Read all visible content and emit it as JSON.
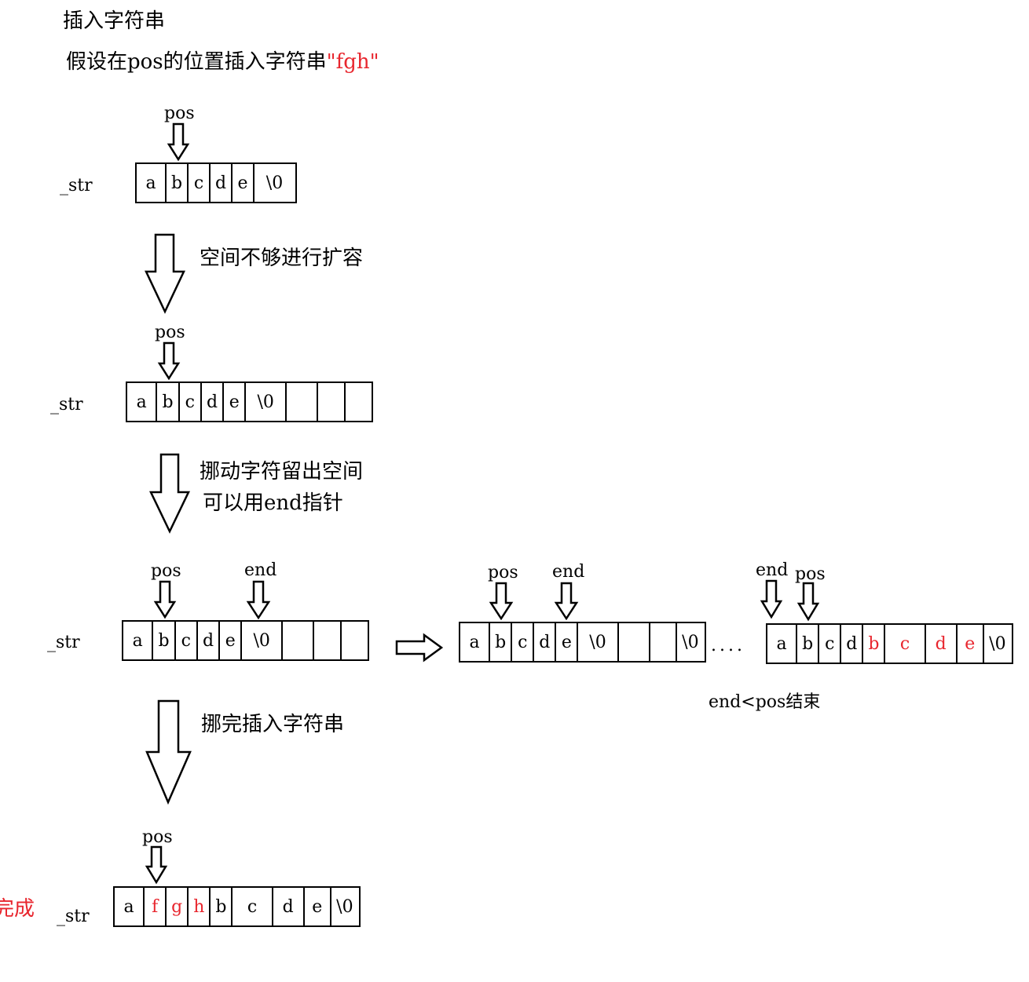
{
  "title": "插入字符串",
  "subtitle_prefix": "假设在pos的位置插入字符串",
  "subtitle_highlight": "\"fgh\"",
  "labels": {
    "str": "_str",
    "pos": "pos",
    "end": "end"
  },
  "steps": {
    "expand": "空间不够进行扩容",
    "move_line1": "挪动字符留出空间",
    "move_line2": "可以用end指针",
    "insert": "挪完插入字符串",
    "end_cond": "end<pos结束",
    "ellipsis": "....",
    "done": "完成"
  },
  "colors": {
    "accent": "#e8262e",
    "ink": "#000000"
  },
  "arrays": {
    "row1": [
      {
        "c": "a"
      },
      {
        "c": "b"
      },
      {
        "c": "c"
      },
      {
        "c": "d"
      },
      {
        "c": "e"
      },
      {
        "c": "\\0"
      }
    ],
    "row2": [
      {
        "c": "a"
      },
      {
        "c": "b"
      },
      {
        "c": "c"
      },
      {
        "c": "d"
      },
      {
        "c": "e"
      },
      {
        "c": "\\0"
      },
      {
        "c": ""
      },
      {
        "c": ""
      },
      {
        "c": ""
      }
    ],
    "row3": [
      {
        "c": "a"
      },
      {
        "c": "b"
      },
      {
        "c": "c"
      },
      {
        "c": "d"
      },
      {
        "c": "e"
      },
      {
        "c": "\\0"
      },
      {
        "c": ""
      },
      {
        "c": ""
      },
      {
        "c": ""
      }
    ],
    "row3b": [
      {
        "c": "a"
      },
      {
        "c": "b"
      },
      {
        "c": "c"
      },
      {
        "c": "d"
      },
      {
        "c": "e"
      },
      {
        "c": "\\0"
      },
      {
        "c": ""
      },
      {
        "c": ""
      },
      {
        "c": "\\0"
      }
    ],
    "row3c": [
      {
        "c": "a"
      },
      {
        "c": "b"
      },
      {
        "c": "c"
      },
      {
        "c": "d"
      },
      {
        "c": "b",
        "red": true
      },
      {
        "c": "c",
        "red": true
      },
      {
        "c": "d",
        "red": true
      },
      {
        "c": "e",
        "red": true
      },
      {
        "c": "\\0"
      }
    ],
    "row4": [
      {
        "c": "a"
      },
      {
        "c": "f",
        "red": true
      },
      {
        "c": "g",
        "red": true
      },
      {
        "c": "h",
        "red": true
      },
      {
        "c": "b"
      },
      {
        "c": "c"
      },
      {
        "c": "d"
      },
      {
        "c": "e"
      },
      {
        "c": "\\0"
      }
    ]
  }
}
